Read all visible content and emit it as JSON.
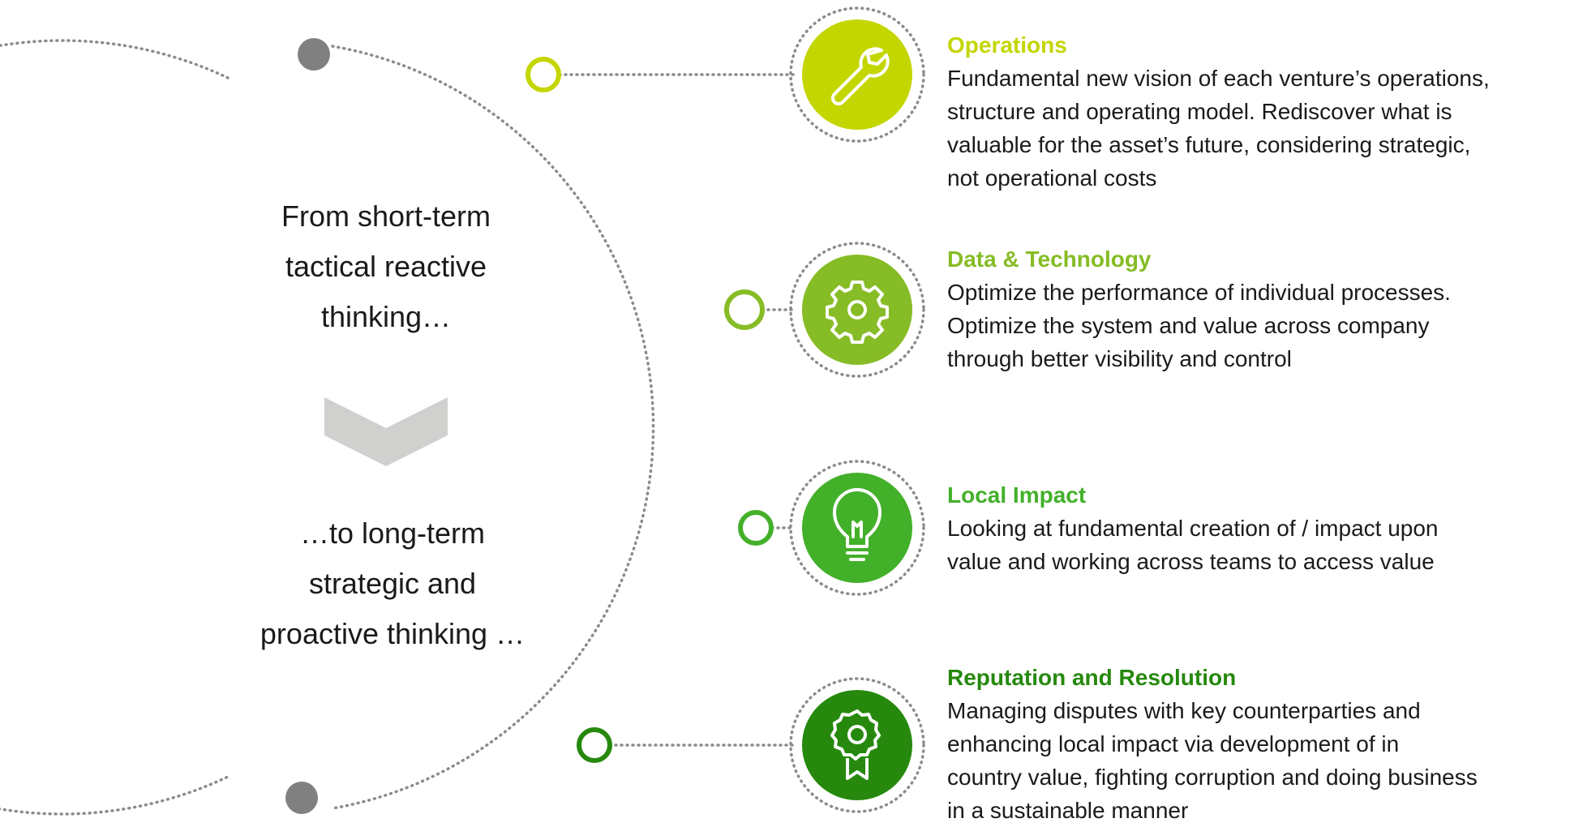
{
  "left": {
    "top_text": "From short-term\ntactical reactive\nthinking…",
    "bottom_text": "…to long-term\nstrategic and\nproactive thinking …",
    "arrow_icon": "chevron-down-icon"
  },
  "items": [
    {
      "title": "Operations",
      "description": "Fundamental new vision of each venture’s operations,\nstructure and operating model. Rediscover what is\nvaluable for the asset’s future, considering strategic,\nnot operational costs",
      "icon": "wrench-icon",
      "color": "#c4d600"
    },
    {
      "title": "Data & Technology",
      "description": "Optimize the performance of individual processes.\nOptimize the system and value across company\nthrough better visibility and control",
      "icon": "gear-icon",
      "color": "#86bc25"
    },
    {
      "title": "Local Impact",
      "description": "Looking at fundamental creation of / impact upon\nvalue and working across teams to access value",
      "icon": "lightbulb-icon",
      "color": "#43b02a"
    },
    {
      "title": "Reputation and Resolution",
      "description": "Managing disputes with key counterparties and\nenhancing local impact via development of in\ncountry value, fighting corruption and doing business\nin a sustainable manner",
      "icon": "award-ribbon-icon",
      "color": "#26890d"
    }
  ],
  "colors": {
    "dots": "#808080",
    "dotted_line": "#8c8c8c",
    "arrow": "#d0d0cf"
  }
}
